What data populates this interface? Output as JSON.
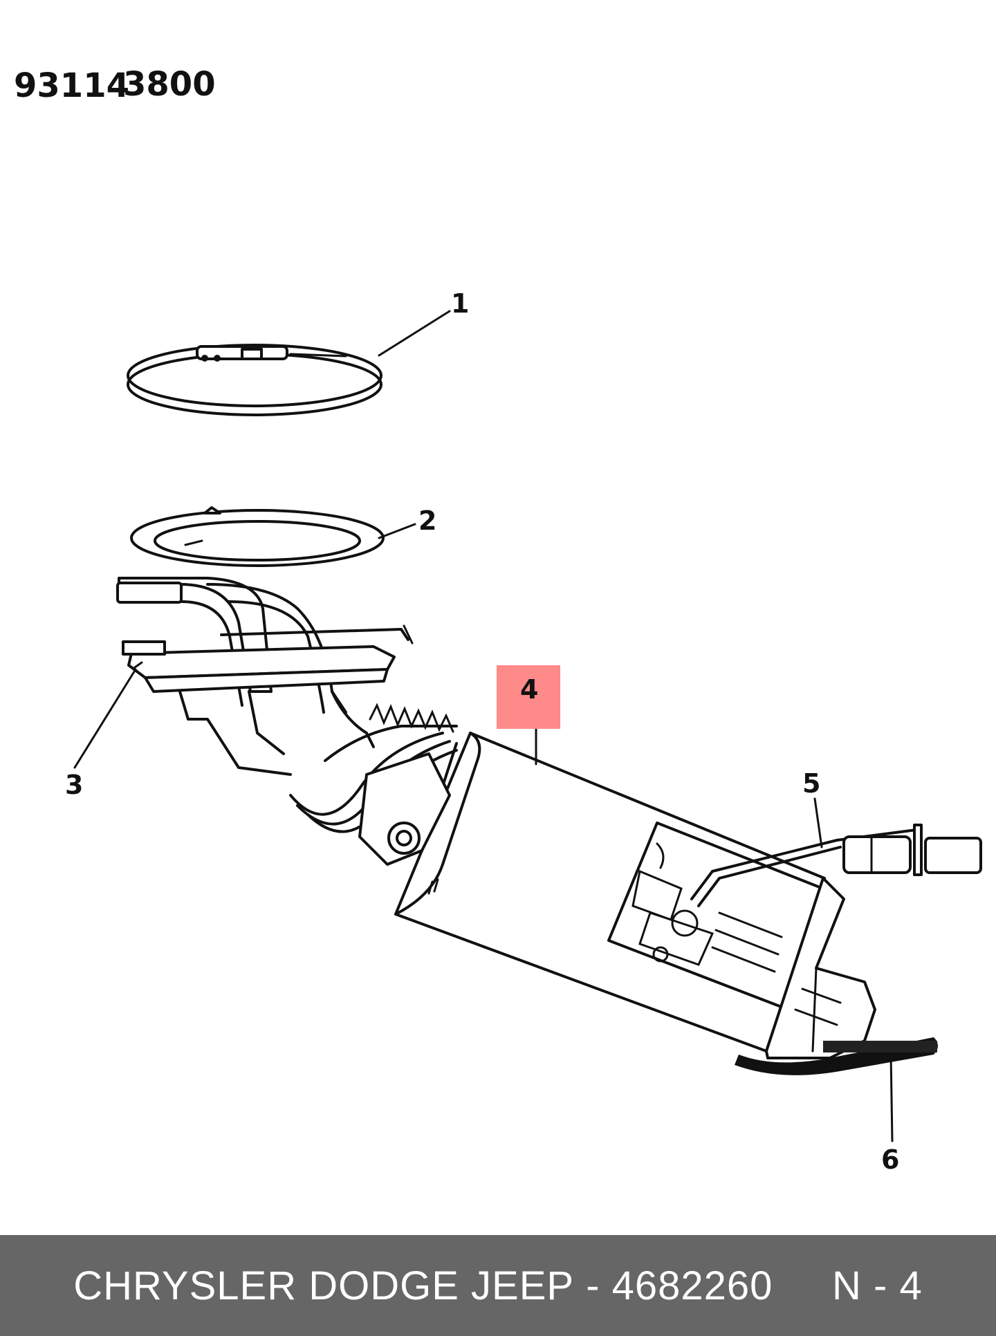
{
  "diagram_codes": {
    "code_a": "93114",
    "code_b": "3800"
  },
  "callouts": {
    "c1": "1",
    "c2": "2",
    "c3": "3",
    "c4": "4",
    "c5": "5",
    "c6": "6"
  },
  "highlight_color": "#ff8a8a",
  "footer": {
    "brand": "CHRYSLER DODGE JEEP",
    "separator": "-",
    "part_number": "4682260",
    "position": "N - 4"
  }
}
